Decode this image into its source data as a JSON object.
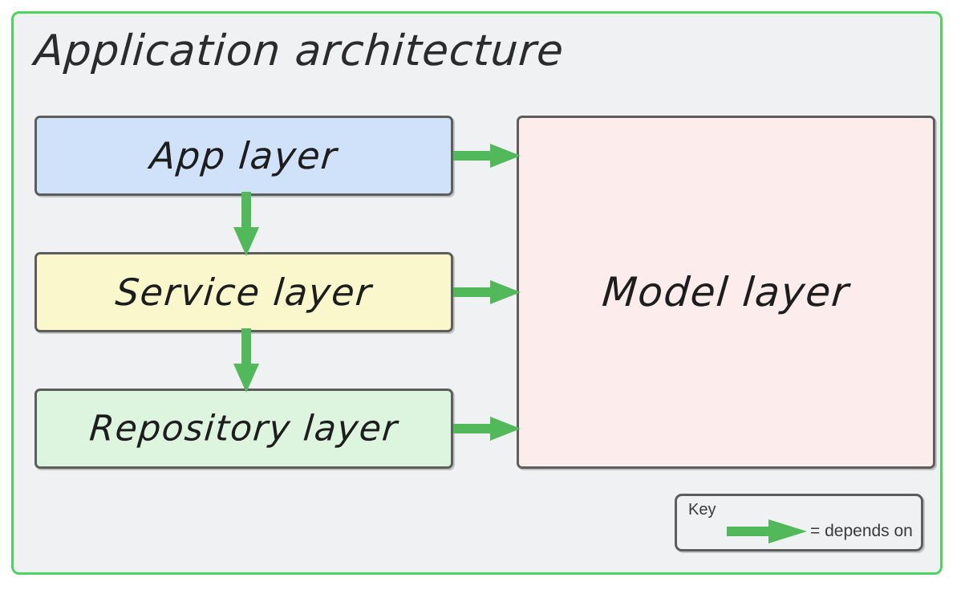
{
  "diagram": {
    "title": "Application architecture",
    "frame_border_color": "#4fd35f",
    "frame_background": "#eff1f2",
    "box_border_color": "#5d5d5d",
    "arrow_color": "#52b95a",
    "boxes": [
      {
        "id": "app",
        "label": "App layer",
        "fill": "#cfe2f9"
      },
      {
        "id": "service",
        "label": "Service layer",
        "fill": "#faf7cd"
      },
      {
        "id": "repository",
        "label": "Repository layer",
        "fill": "#ddf4de"
      },
      {
        "id": "model",
        "label": "Model layer",
        "fill": "#fcecec"
      }
    ],
    "arrows": [
      {
        "id": "app-to-model",
        "from": "App layer",
        "to": "Model layer",
        "direction": "right"
      },
      {
        "id": "service-to-model",
        "from": "Service layer",
        "to": "Model layer",
        "direction": "right"
      },
      {
        "id": "repository-to-model",
        "from": "Repository layer",
        "to": "Model layer",
        "direction": "right"
      },
      {
        "id": "app-to-service",
        "from": "App layer",
        "to": "Service layer",
        "direction": "down"
      },
      {
        "id": "service-to-repository",
        "from": "Service layer",
        "to": "Repository layer",
        "direction": "down"
      }
    ],
    "key": {
      "title": "Key",
      "arrow_meaning": "= depends on"
    }
  }
}
